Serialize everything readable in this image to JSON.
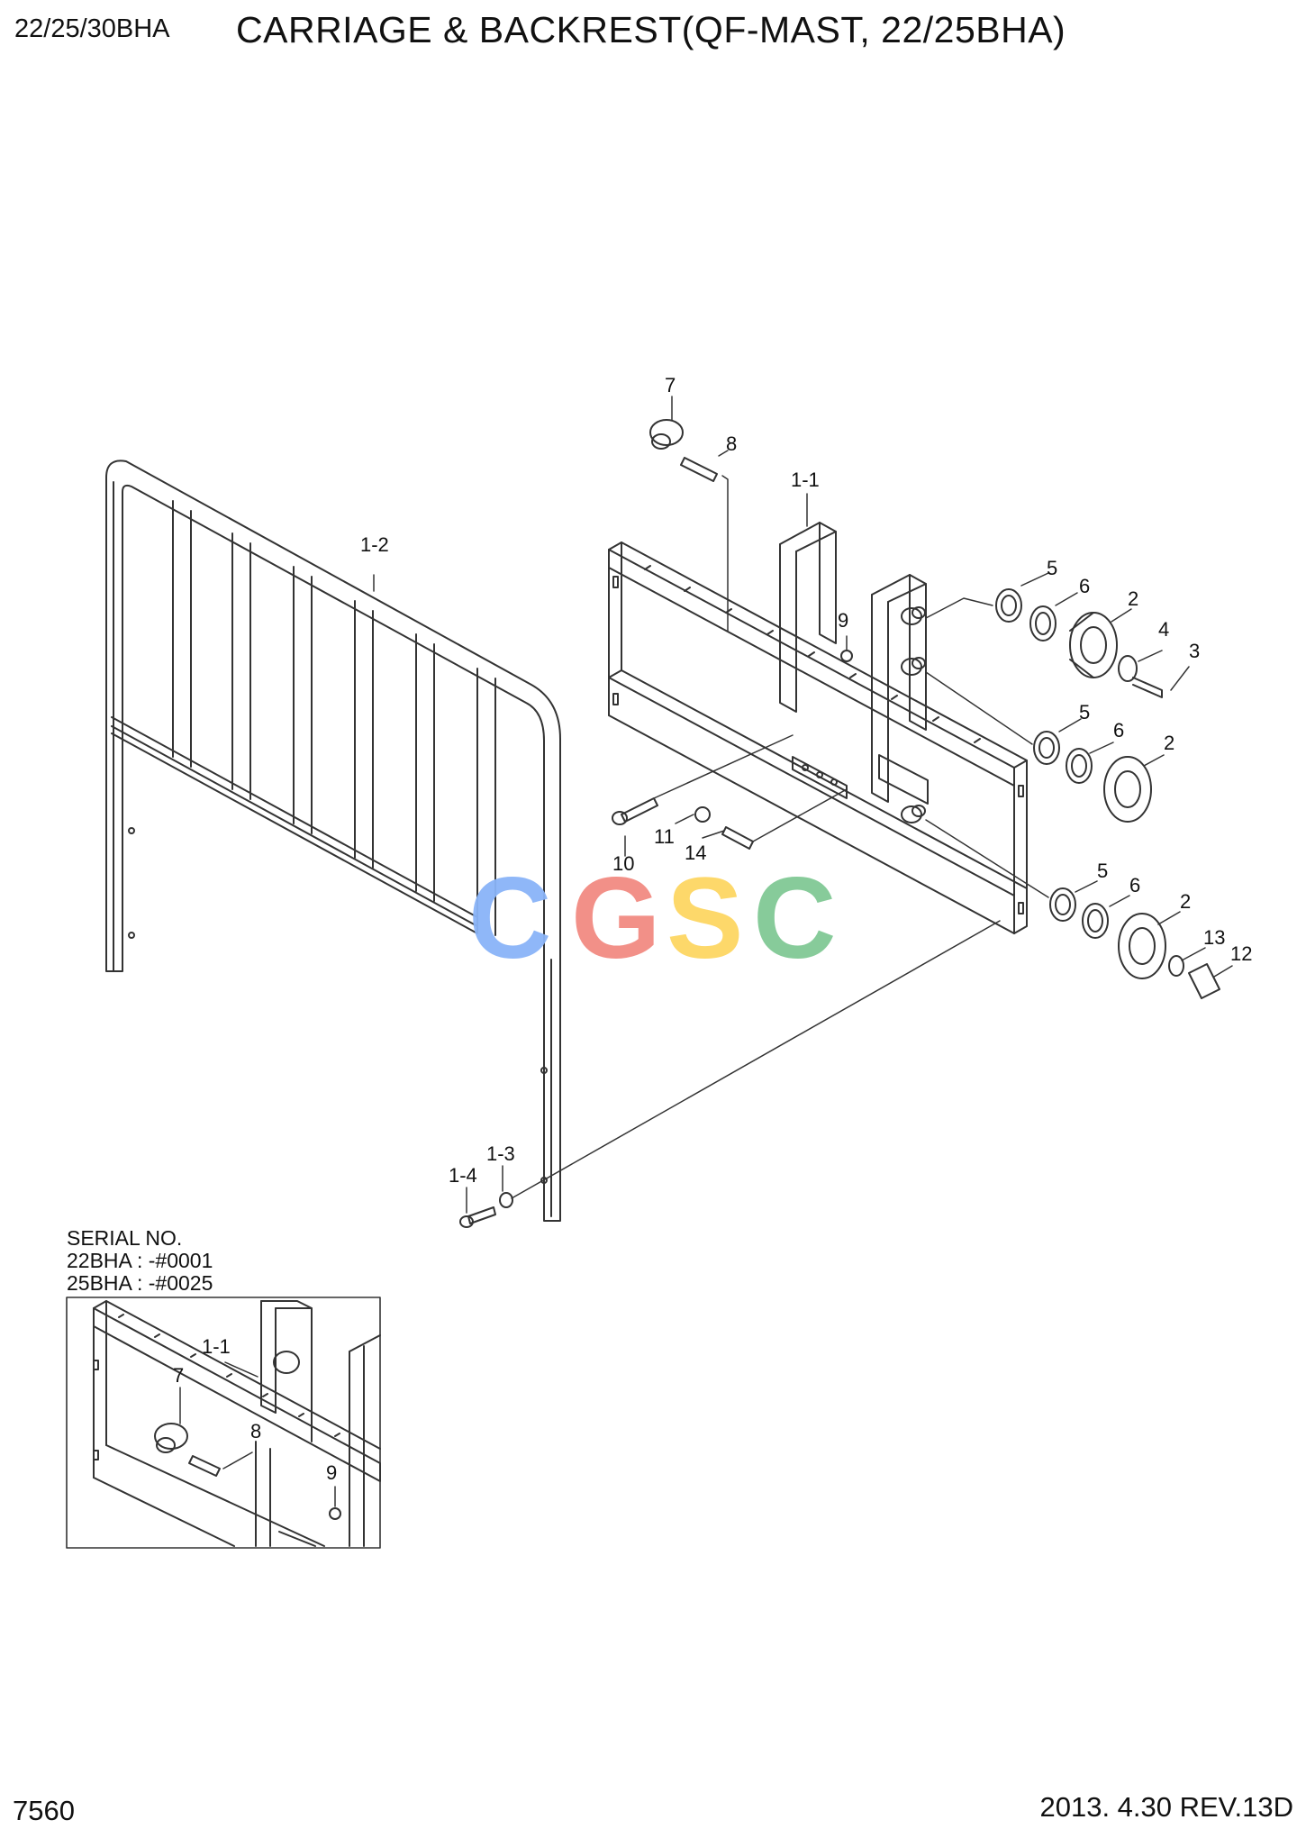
{
  "header": {
    "model": "22/25/30BHA",
    "title": "CARRIAGE & BACKREST(QF-MAST, 22/25BHA)"
  },
  "footer": {
    "page_number": "7560",
    "revision": "2013. 4.30  REV.13D"
  },
  "serial_note": {
    "heading": "SERIAL NO.",
    "line1": "22BHA : -#0001",
    "line2": "25BHA : -#0025"
  },
  "watermark": {
    "letters": [
      "C",
      "G",
      "S",
      "C"
    ],
    "colors": [
      "#8ab4f8",
      "#f28b82",
      "#fdd663",
      "#81c995"
    ]
  },
  "callouts": {
    "c7": "7",
    "c8": "8",
    "c1_1": "1-1",
    "c1_2": "1-2",
    "c9": "9",
    "c5a": "5",
    "c6a": "6",
    "c2a": "2",
    "c4": "4",
    "c3": "3",
    "c5b": "5",
    "c6b": "6",
    "c2b": "2",
    "c10": "10",
    "c11": "11",
    "c14": "14",
    "c5c": "5",
    "c6c": "6",
    "c2c": "2",
    "c13": "13",
    "c12": "12",
    "c1_3": "1-3",
    "c1_4": "1-4"
  },
  "inset_callouts": {
    "c1_1": "1-1",
    "c7": "7",
    "c8": "8",
    "c9": "9"
  },
  "colors": {
    "line": "#333333",
    "background": "#ffffff"
  }
}
